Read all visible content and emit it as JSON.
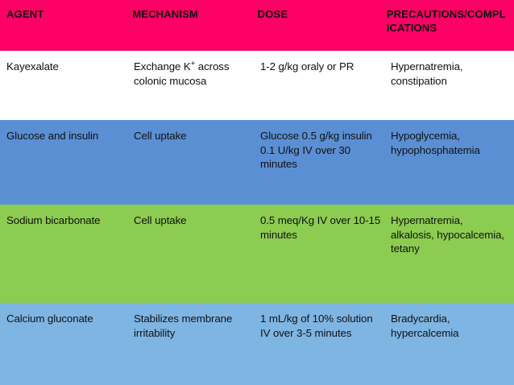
{
  "table": {
    "columns": [
      "AGENT",
      "MECHANISM",
      "DOSE",
      "PRECAUTIONS/COMPLICATIONS"
    ],
    "header": {
      "background": "#ff0066",
      "agent": "AGENT",
      "mechanism": "MECHANISM",
      "dose": "DOSE",
      "precautions": "PRECAUTIONS/COMPLICATIONS"
    },
    "rows": [
      {
        "background": "#ffffff",
        "agent": "Kayexalate",
        "mechanism_prefix": "Exchange K",
        "mechanism_sup": "+",
        "mechanism_suffix": " across colonic mucosa",
        "mechanism": "Exchange K+ across colonic mucosa",
        "dose": "1-2 g/kg oraly or PR",
        "precautions": "Hypernatremia, constipation"
      },
      {
        "background": "#5b8fd4",
        "agent": "Glucose and insulin",
        "mechanism": "Cell uptake",
        "dose": "Glucose 0.5 g/kg insulin 0.1 U/kg IV over 30 minutes",
        "precautions": "Hypoglycemia, hypophosphatemia"
      },
      {
        "background": "#8ccc50",
        "agent": "Sodium bicarbonate",
        "mechanism": "Cell uptake",
        "dose": "0.5 meq/Kg IV over 10-15 minutes",
        "precautions": "Hypernatremia, alkalosis, hypocalcemia, tetany"
      },
      {
        "background": "#7fb5e3",
        "agent": "Calcium gluconate",
        "mechanism": "Stabilizes membrane irritability",
        "dose": "1 mL/kg of 10% solution IV over 3-5 minutes",
        "precautions": "Bradycardia, hypercalcemia"
      }
    ]
  }
}
